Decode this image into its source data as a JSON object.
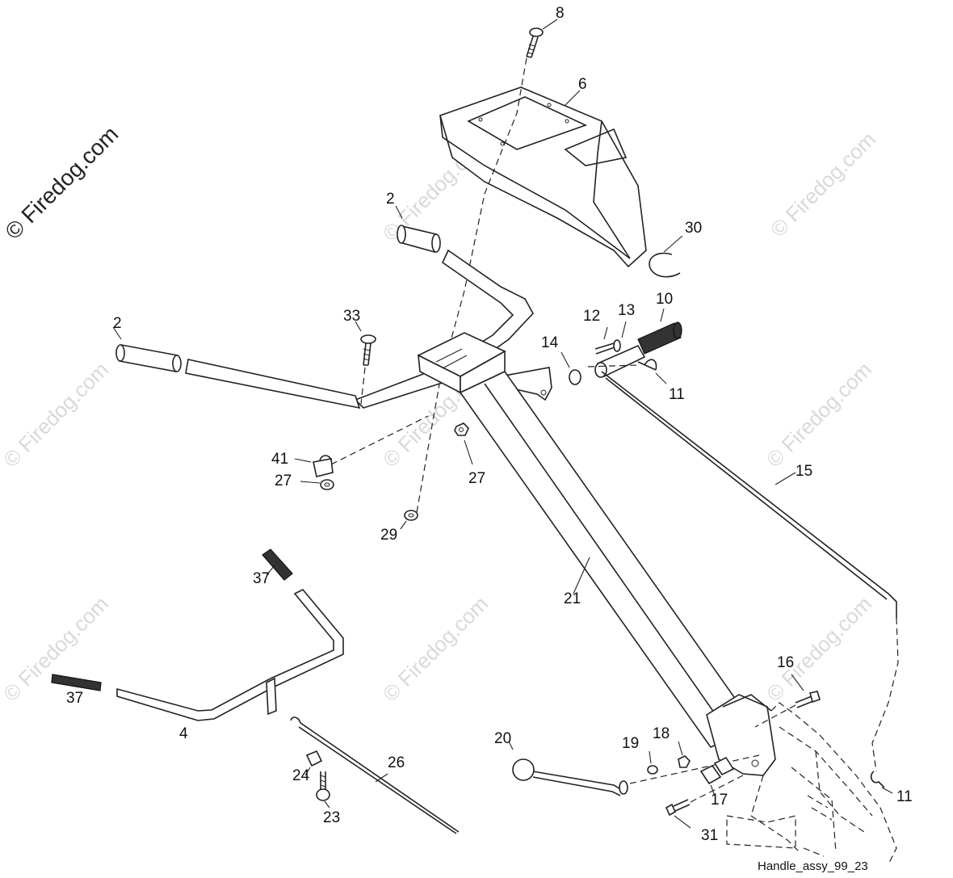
{
  "watermark": {
    "main": "© Firedog.com",
    "faint": "© Firedog.com"
  },
  "caption": "Handle_assy_99_23",
  "callouts": {
    "c8": "8",
    "c6": "6",
    "c2a": "2",
    "c2b": "2",
    "c30": "30",
    "c33": "33",
    "c10": "10",
    "c12": "12",
    "c13": "13",
    "c14": "14",
    "c11a": "11",
    "c41": "41",
    "c27a": "27",
    "c27b": "27",
    "c29": "29",
    "c15": "15",
    "c37a": "37",
    "c37b": "37",
    "c21": "21",
    "c4": "4",
    "c16": "16",
    "c20": "20",
    "c19": "19",
    "c18": "18",
    "c26": "26",
    "c24": "24",
    "c23": "23",
    "c17": "17",
    "c31": "31",
    "c11b": "11"
  }
}
